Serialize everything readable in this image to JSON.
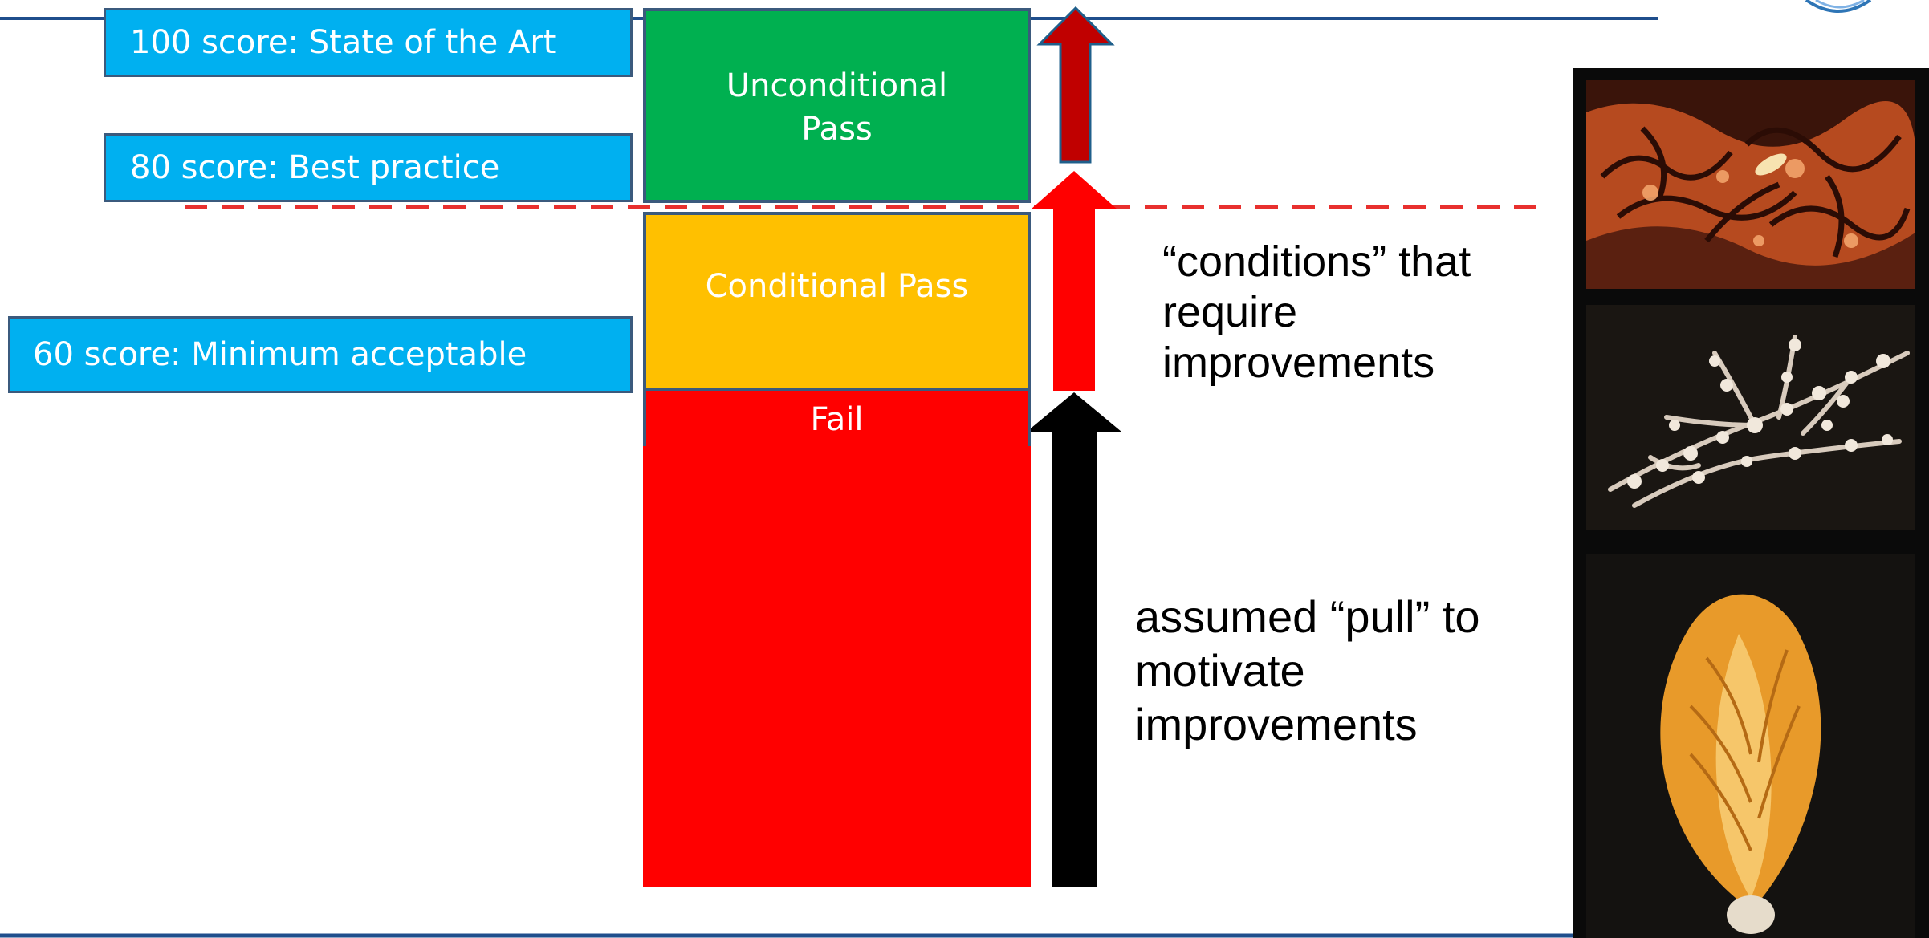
{
  "score_levels": {
    "state_of_art": "100 score: State of the Art",
    "best_practice": "80 score:  Best practice",
    "minimum": "60 score: Minimum  acceptable"
  },
  "bands": {
    "unconditional": [
      "Unconditional",
      "Pass"
    ],
    "conditional": "Conditional Pass",
    "fail": "Fail"
  },
  "annotations": {
    "conditions": [
      "“conditions” that",
      "require",
      "improvements"
    ],
    "pull": [
      "assumed “pull” to",
      "motivate",
      "improvements"
    ]
  },
  "photos": [
    "coral-fan-photo",
    "white-coral-photo",
    "sea-pen-photo"
  ],
  "colors": {
    "label_fill": "#00b0f0",
    "unconditional": "#00b050",
    "conditional": "#ffc000",
    "fail": "#ff0000",
    "arrow_top": "#c00000",
    "arrow_middle": "#ff0000",
    "arrow_bottom": "#000000",
    "rule": "#1f4e8c"
  }
}
